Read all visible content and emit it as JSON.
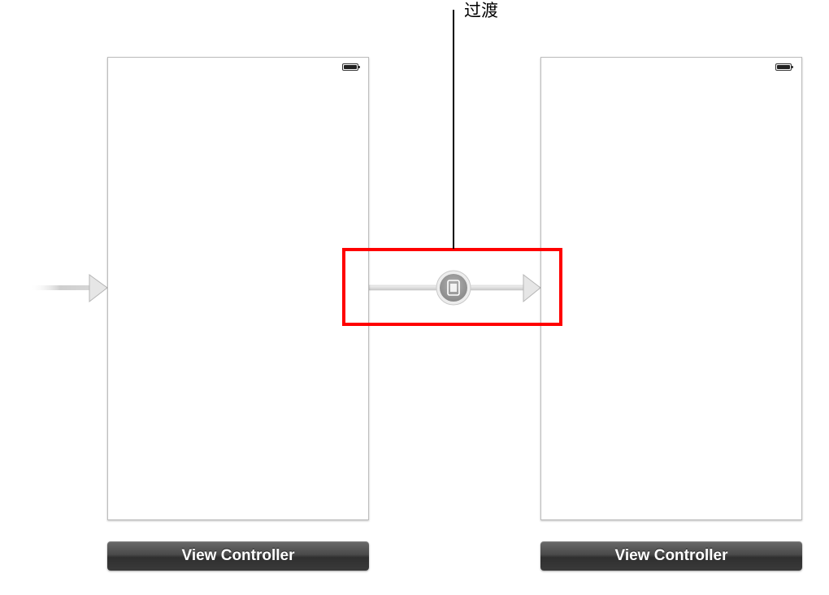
{
  "callout": {
    "label": "过渡"
  },
  "scenes": [
    {
      "id": "left",
      "title": "View Controller"
    },
    {
      "id": "right",
      "title": "View Controller"
    }
  ],
  "segue": {
    "icon": "segue-device-icon"
  },
  "colors": {
    "highlight": "#ff0000",
    "label_bar": "#3a3a3a",
    "frame_border": "#bdbdbd",
    "arrow": "#d9d9d9"
  }
}
